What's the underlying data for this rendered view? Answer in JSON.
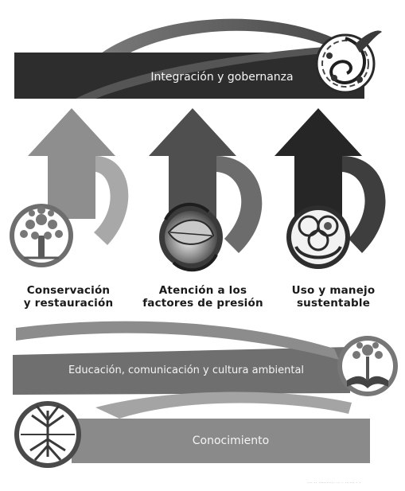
{
  "bands": {
    "integracion": "Integración y gobernanza",
    "educacion": "Educación, comunicación y cultura ambiental",
    "conocimiento": "Conocimiento"
  },
  "pillars": [
    {
      "line1": "Conservación",
      "line2": "y restauración",
      "icon": "tree-icon"
    },
    {
      "line1": "Atención a los",
      "line2": "factores de presión",
      "icon": "leaf-cycle-icon"
    },
    {
      "line1": "Uso y manejo",
      "line2": "sustentable",
      "icon": "hands-resources-icon"
    }
  ],
  "colors": {
    "band_dark": "#2d2d2d",
    "band_mid": "#6f6f6f",
    "band_light": "#8a8a8a",
    "arrow_light": "#8e8e8e",
    "arrow_mid": "#4f4f4f",
    "arrow_dark": "#262626"
  },
  "footer": {
    "credit": "··· ·· ·········· ·· · ······ · ·"
  }
}
